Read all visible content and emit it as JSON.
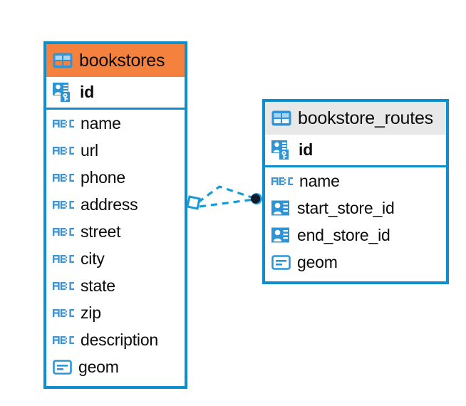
{
  "diagram": {
    "type": "entity-relationship-diagram",
    "background_color": "#ffffff",
    "accent_color": "#0d8fce",
    "highlight_color": "#f5813f"
  },
  "entities": [
    {
      "name": "bookstores",
      "header_icon": "table-icon",
      "header_color": "#f5813f",
      "selected": true,
      "fields": [
        {
          "label": "id",
          "icon": "primary-key-icon",
          "key": "primary"
        },
        {
          "label": "name",
          "icon": "abc-text-icon",
          "key": "none"
        },
        {
          "label": "url",
          "icon": "abc-text-icon",
          "key": "none"
        },
        {
          "label": "phone",
          "icon": "abc-text-icon",
          "key": "none"
        },
        {
          "label": "address",
          "icon": "abc-text-icon",
          "key": "none"
        },
        {
          "label": "street",
          "icon": "abc-text-icon",
          "key": "none"
        },
        {
          "label": "city",
          "icon": "abc-text-icon",
          "key": "none"
        },
        {
          "label": "state",
          "icon": "abc-text-icon",
          "key": "none"
        },
        {
          "label": "zip",
          "icon": "abc-text-icon",
          "key": "none"
        },
        {
          "label": "description",
          "icon": "abc-text-icon",
          "key": "none"
        },
        {
          "label": "geom",
          "icon": "geometry-icon",
          "key": "none"
        }
      ]
    },
    {
      "name": "bookstore_routes",
      "header_icon": "table-icon",
      "header_color": "#e8e8e8",
      "selected": false,
      "fields": [
        {
          "label": "id",
          "icon": "primary-key-icon",
          "key": "primary"
        },
        {
          "label": "name",
          "icon": "abc-text-icon",
          "key": "none"
        },
        {
          "label": "start_store_id",
          "icon": "foreign-key-icon",
          "key": "foreign"
        },
        {
          "label": "end_store_id",
          "icon": "foreign-key-icon",
          "key": "foreign"
        },
        {
          "label": "geom",
          "icon": "geometry-icon",
          "key": "none"
        }
      ]
    }
  ],
  "relationship": {
    "name": "bookstores-to-bookstore_routes",
    "style": "dashed",
    "color": "#0d8fce",
    "source_marker": "diamond",
    "target_marker": "filled-circle",
    "source_entity": "bookstores",
    "target_entity": "bookstore_routes"
  }
}
